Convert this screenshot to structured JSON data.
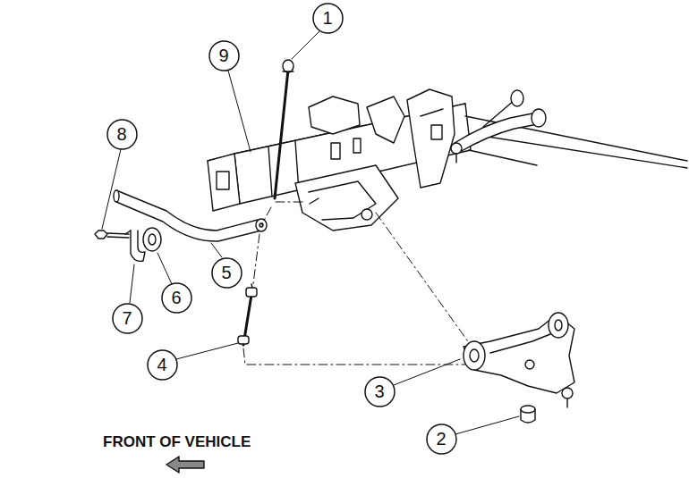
{
  "diagram": {
    "nodes": [
      {
        "text": [
          "1"
        ]
      },
      {
        "text": [
          "9"
        ]
      },
      {
        "text": [
          "8"
        ]
      },
      {
        "text": [
          "5"
        ]
      },
      {
        "text": [
          "6"
        ]
      },
      {
        "text": [
          "7"
        ]
      },
      {
        "text": [
          "4"
        ]
      },
      {
        "text": [
          "3"
        ]
      },
      {
        "text": [
          "2"
        ]
      }
    ],
    "labels": [
      "FRONT OF VEHICLE"
    ]
  }
}
